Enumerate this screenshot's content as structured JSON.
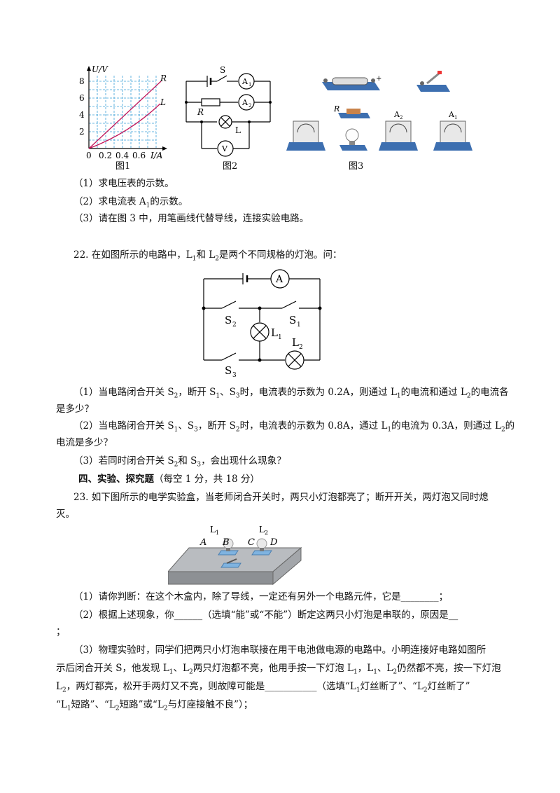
{
  "fig1": {
    "y_axis_label": "U/V",
    "x_axis_label": "I/A",
    "y_ticks": [
      "8",
      "6",
      "4",
      "2"
    ],
    "x_ticks": [
      "0",
      "0.2",
      "0.4",
      "0.6"
    ],
    "curve_R": "R",
    "curve_L": "L",
    "caption": "图1"
  },
  "fig2": {
    "switch": "S",
    "ammeter1": "A",
    "ammeter1_sub": "1",
    "ammeter2": "A",
    "ammeter2_sub": "2",
    "resistor": "R",
    "lamp": "L",
    "voltmeter": "V",
    "caption": "图2"
  },
  "fig3": {
    "plus": "+",
    "resistor": "R",
    "ammeter2": "A",
    "ammeter2_sub": "2",
    "ammeter1": "A",
    "ammeter1_sub": "1",
    "caption": "图3"
  },
  "q21": {
    "p1": "（1）求电压表的示数。",
    "p2_a": "（2）求电流表 A",
    "p2_sub": "1",
    "p2_b": "的示数。",
    "p3": "（3）请在图 3 中，用笔画线代替导线，连接实验电路。"
  },
  "q22": {
    "intro_a": "22. 在如图所示的电路中，L",
    "intro_s1": "1",
    "intro_b": "和 L",
    "intro_s2": "2",
    "intro_c": "是两个不同规格的灯泡。问：",
    "circuit": {
      "ammeter": "A",
      "s2": "S",
      "s2_sub": "2",
      "s1": "S",
      "s1_sub": "1",
      "l1": "L",
      "l1_sub": "1",
      "l2": "L",
      "l2_sub": "2",
      "s3": "S",
      "s3_sub": "3"
    },
    "p1_a": "（1）当电路闭合开关 S",
    "p1_s": "2",
    "p1_b": "，断开 S",
    "p1_s2": "1",
    "p1_c": "、S",
    "p1_s3": "3",
    "p1_d": "时，电流表的示数为 0.2A，则通过 L",
    "p1_s4": "1",
    "p1_e": "的电流和通过 L",
    "p1_s5": "2",
    "p1_f": "的电流各",
    "p1_line2": "是多少？",
    "p2_a": "（2）当电路闭合开关 S",
    "p2_s": "1",
    "p2_b": "、S",
    "p2_s2": "3",
    "p2_c": "，断开 S",
    "p2_s3": "2",
    "p2_d": "时，电流表的示数为 0.8A，通过 L",
    "p2_s4": "1",
    "p2_e": "的电流为 0.3A，则通过 L",
    "p2_s5": "2",
    "p2_f": "的",
    "p2_line2": "电流是多少？",
    "p3_a": "（3）若同时闭合开关 S",
    "p3_s": "2",
    "p3_b": "和 S",
    "p3_s2": "3",
    "p3_c": "，会出现什么现象？"
  },
  "section4": {
    "title": "四、实验、探究题",
    "note": "（每空 1 分，共 18 分）"
  },
  "q23": {
    "intro_1": "23. 如下图所示的电学实验盒，当老师闭合开关时，两只小灯泡都亮了；断开开关，两灯泡又同时熄",
    "intro_2": "灭。",
    "box": {
      "l1": "L",
      "l1_sub": "1",
      "l2": "L",
      "l2_sub": "2",
      "a": "A",
      "b": "B",
      "c": "C",
      "d": "D"
    },
    "p1": "（1）请你判断：在这个木盒内，除了导线，一定还有另外一个电路元件，它是________；",
    "p2": "（2）根据上述现象，你______（选填“能”或“不能”）断定这两只小灯泡是串联的，原因是__",
    "p2_line2": "；",
    "p3_l1_a": "（3）物理实验时，同学们把两只小灯泡串联接在用干电池做电源的电路中。小明连接好电路如图所",
    "p3_l2_a": "示后闭合开关 S，他发现 L",
    "p3_l2_s1": "1",
    "p3_l2_b": "、L",
    "p3_l2_s2": "2",
    "p3_l2_c": "两只灯泡都不亮，他用手按一下灯泡 L",
    "p3_l2_s3": "1",
    "p3_l2_d": "，L",
    "p3_l2_s4": "1",
    "p3_l2_e": "、L",
    "p3_l2_s5": "2",
    "p3_l2_f": "仍然都不亮，按一下灯泡",
    "p3_l3_a": "L",
    "p3_l3_s1": "2",
    "p3_l3_b": "，两灯都亮，松开手两灯又不亮，则故障可能是___________（选填“L",
    "p3_l3_s2": "1",
    "p3_l3_c": "灯丝断了”、“L",
    "p3_l3_s3": "2",
    "p3_l3_d": "灯丝断了”",
    "p3_l4_a": "“L",
    "p3_l4_s1": "1",
    "p3_l4_b": "短路”、“L",
    "p3_l4_s2": "2",
    "p3_l4_c": "短路”或“L",
    "p3_l4_s3": "2",
    "p3_l4_d": "与灯座接触不良”）；"
  }
}
